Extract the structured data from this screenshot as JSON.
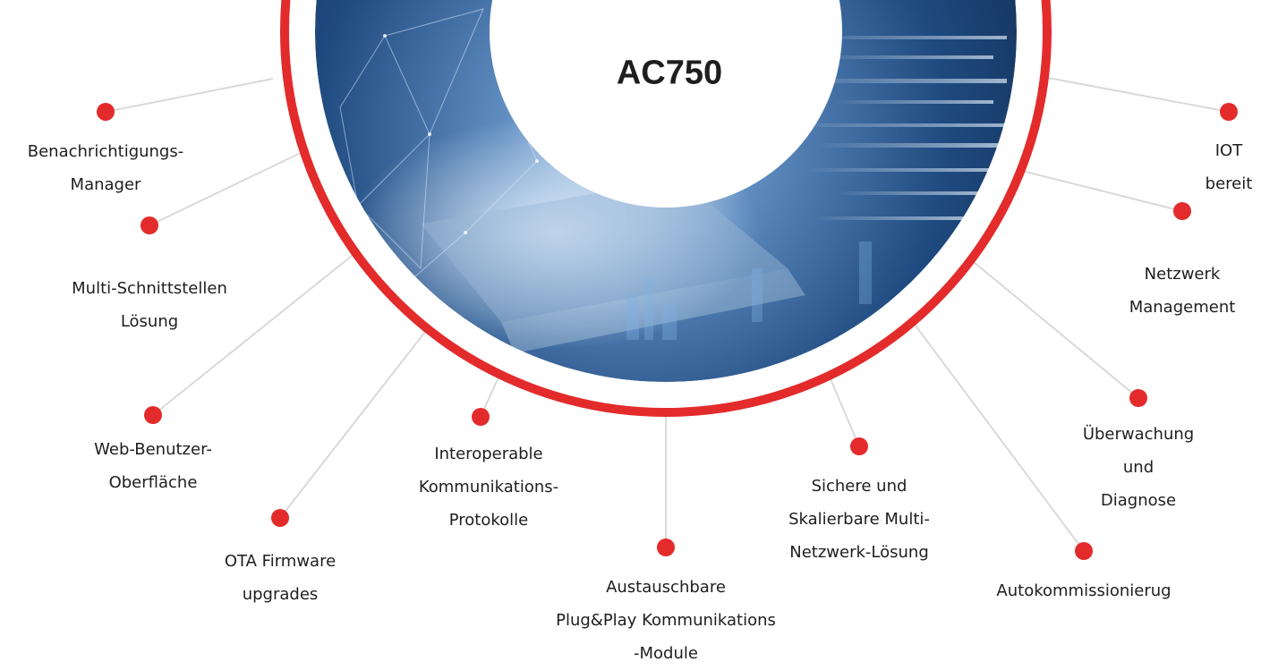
{
  "center": {
    "title": "AC750"
  },
  "colors": {
    "accent": "#e32b2b",
    "connector": "#d9d9d9",
    "text": "#1e1e1e"
  },
  "features": [
    {
      "key": "notification-manager",
      "label": "Benachrichtigungs-\nManager"
    },
    {
      "key": "multi-interface",
      "label": "Multi-Schnittstellen\nLösung"
    },
    {
      "key": "web-ui",
      "label": "Web-Benutzer-\nOberfläche"
    },
    {
      "key": "ota-firmware",
      "label": "OTA Firmware\nupgrades"
    },
    {
      "key": "interoperable-protocols",
      "label": "Interoperable\nKommunikations-\nProtokolle"
    },
    {
      "key": "plug-and-play-modules",
      "label": "Austauschbare\nPlug&Play Kommunikations\n-Module"
    },
    {
      "key": "multi-network",
      "label": "Sichere und\nSkalierbare Multi-\nNetzwerk-Lösung"
    },
    {
      "key": "autocommissioning",
      "label": "Autokommissionierug"
    },
    {
      "key": "monitoring-diagnosis",
      "label": "Überwachung und\nDiagnose"
    },
    {
      "key": "network-management",
      "label": "Netzwerk\nManagement"
    },
    {
      "key": "iot-ready",
      "label": "IOT bereit"
    }
  ]
}
